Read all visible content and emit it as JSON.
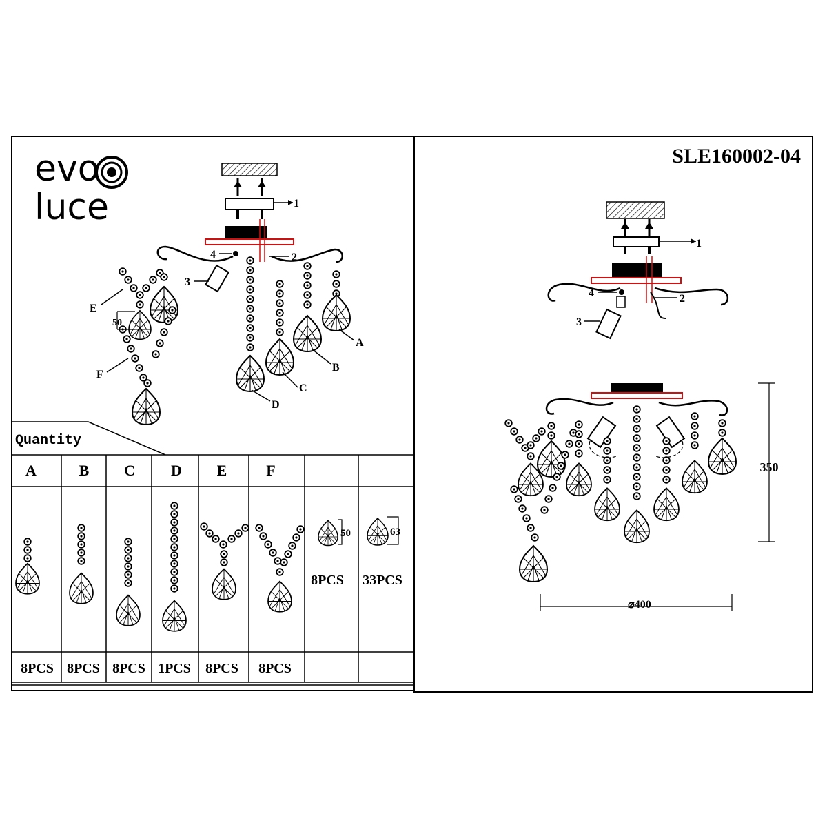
{
  "brand": {
    "line1": "evo",
    "line2": "luce"
  },
  "model": "SLE160002-04",
  "parts": {
    "p1": "1",
    "p2": "2",
    "p3": "3",
    "p4": "4"
  },
  "pendants": {
    "A": "A",
    "B": "B",
    "C": "C",
    "D": "D",
    "E": "E",
    "F": "F"
  },
  "detail_dim": "50",
  "quantity": {
    "title": "Quantity",
    "columns": [
      {
        "key": "A",
        "qty": "8PCS"
      },
      {
        "key": "B",
        "qty": "8PCS"
      },
      {
        "key": "C",
        "qty": "8PCS"
      },
      {
        "key": "D",
        "qty": "1PCS"
      },
      {
        "key": "E",
        "qty": "8PCS"
      },
      {
        "key": "F",
        "qty": "8PCS"
      }
    ],
    "loose": [
      {
        "dim": "50",
        "qty": "8PCS"
      },
      {
        "dim": "63",
        "qty": "33PCS"
      }
    ]
  },
  "dimensions": {
    "height": "350",
    "diameter": "⌀400"
  },
  "colors": {
    "line": "#000000",
    "accent": "#d01010"
  }
}
